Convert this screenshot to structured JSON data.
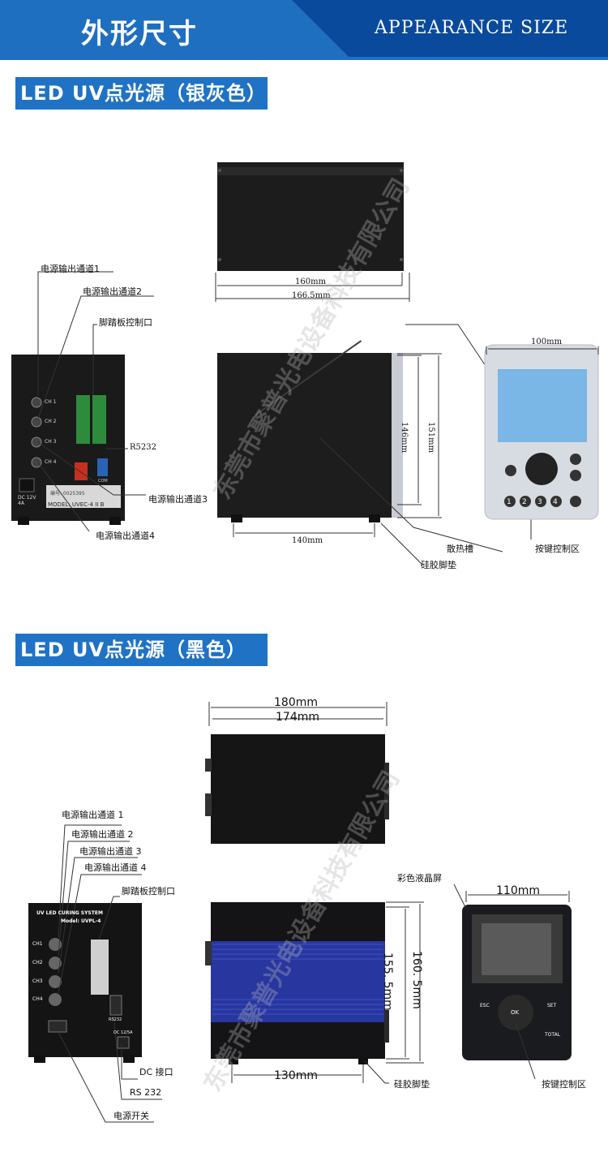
{
  "header": {
    "title_cn": "外形尺寸",
    "title_en": "APPEARANCE SIZE"
  },
  "section1": {
    "title": "LED UV点光源（银灰色）",
    "labels": {
      "ch1": "电源输出通道1",
      "ch2": "电源输出通道2",
      "pedal": "脚踏板控制口",
      "r5232": "R5232",
      "ch3": "电源输出通道3",
      "ch4": "电源输出通道4",
      "vent": "散热槽",
      "keys": "按键控制区",
      "pad": "硅胶脚垫"
    },
    "dims": {
      "w160": "160mm",
      "w166": "166.5mm",
      "h146": "146mm",
      "h151": "151mm",
      "w140": "140mm",
      "w100": "100mm"
    },
    "panel": {
      "ch_labels": [
        "CH 1",
        "CH 2",
        "CH 3",
        "CH 4"
      ],
      "dc": "DC 12V\n4A",
      "model": "MODEL: UVEC-4 II B",
      "plate": "编号: 0025395",
      "com": "COM"
    },
    "device_keys": [
      "1",
      "2",
      "3",
      "4"
    ]
  },
  "section2": {
    "title": "LED UV点光源（黑色）",
    "labels": {
      "ch1": "电源输出通道 1",
      "ch2": "电源输出通道 2",
      "ch3": "电源输出通道 3",
      "ch4": "电源输出通道 4",
      "pedal": "脚踏板控制口",
      "lcd": "彩色液晶屏",
      "dc": "DC 接口",
      "rs232": "RS 232",
      "power": "电源开关",
      "pad": "硅胶脚垫",
      "keys": "按键控制区"
    },
    "dims": {
      "w180": "180mm",
      "w174": "174mm",
      "h160": "160. 5mm",
      "h155": "155. 5mm",
      "w130": "130mm",
      "w110": "110mm"
    },
    "panel": {
      "title1": "UV LED CURING SYSTEM",
      "title2": "Model: UVPL-4",
      "ch_labels": [
        "CH1",
        "CH2",
        "CH3",
        "CH4"
      ],
      "rs232": "RS232",
      "dc": "DC 12/5A"
    },
    "device_keys": [
      "ESC",
      "SET",
      "OK",
      "TOTAL"
    ]
  },
  "watermark": "东莞市聚普光电设备科技有限公司"
}
